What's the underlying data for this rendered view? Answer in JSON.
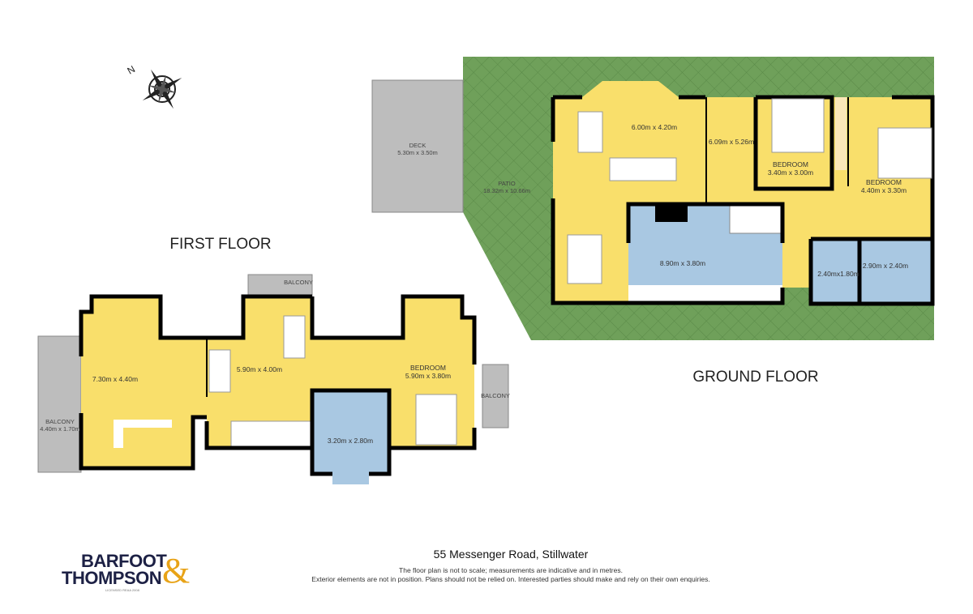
{
  "colors": {
    "room_yellow": "#f9df6b",
    "wet_blue": "#a9c8e2",
    "deck_grey": "#bdbdbd",
    "patio_green": "#6fa05a",
    "wall": "#000000",
    "logo_navy": "#1d2145",
    "logo_gold": "#e8a317"
  },
  "compass": {
    "icon": "compass-rose-icon",
    "north_label": "N"
  },
  "first_floor": {
    "title": "FIRST FLOOR",
    "rooms": [
      {
        "name": "",
        "size": "7.30m x 4.40m"
      },
      {
        "name": "",
        "size": "5.90m x 4.00m"
      },
      {
        "name": "BEDROOM",
        "size": "5.90m x 3.80m"
      },
      {
        "name": "",
        "size": "3.20m x 2.80m"
      },
      {
        "name": "BALCONY",
        "size": "4.40m x 1.70m"
      },
      {
        "name": "BALCONY",
        "size": ""
      },
      {
        "name": "BALCONY",
        "size": ""
      }
    ]
  },
  "ground_floor": {
    "title": "GROUND FLOOR",
    "rooms": [
      {
        "name": "",
        "size": "6.00m x 4.20m"
      },
      {
        "name": "",
        "size": "6.09m x 5.26m"
      },
      {
        "name": "BEDROOM",
        "size": "3.40m x 3.00m"
      },
      {
        "name": "BEDROOM",
        "size": "4.40m x 3.30m"
      },
      {
        "name": "",
        "size": "8.90m x 3.80m"
      },
      {
        "name": "",
        "size": "2.40mx1.80m"
      },
      {
        "name": "",
        "size": "2.90m x 2.40m"
      },
      {
        "name": "DECK",
        "size": "5.30m x 3.50m"
      },
      {
        "name": "PATIO",
        "size": "18.32m x 10.66m"
      }
    ]
  },
  "footer": {
    "address": "55 Messenger Road, Stillwater",
    "disclaimer_1": "The floor plan is not to scale; measurements are indicative and in metres.",
    "disclaimer_2": "Exterior elements are not in position. Plans should not be relied on. Interested parties should make and rely on their own enquiries.",
    "logo_line1": "BARFOOT",
    "logo_line2": "THOMPSON",
    "logo_amp": "&",
    "logo_sub": "LICENSED REAA 2008"
  }
}
